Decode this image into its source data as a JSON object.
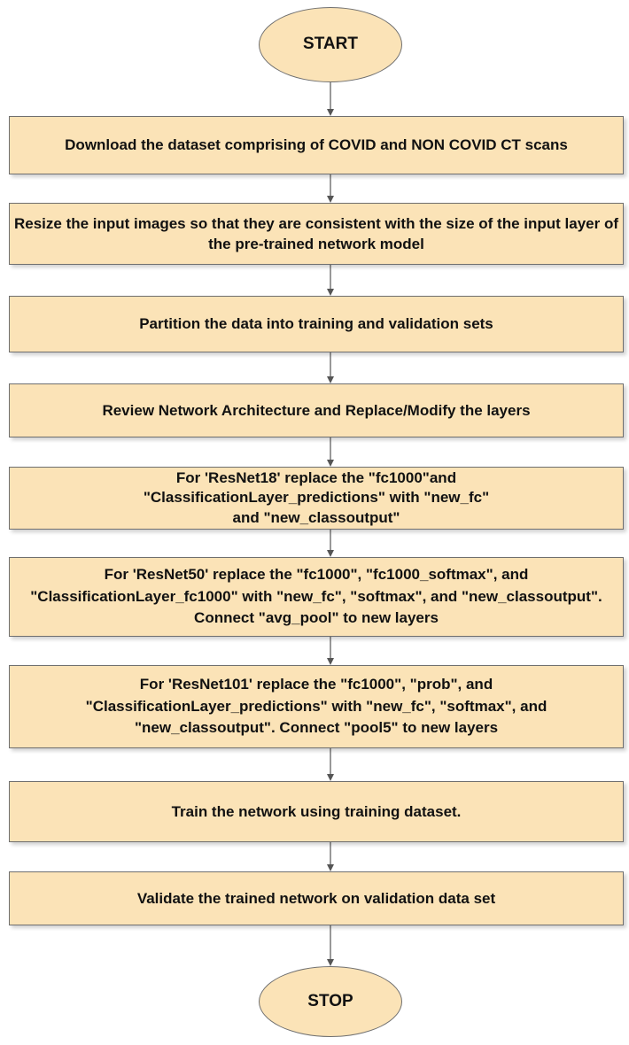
{
  "flowchart": {
    "start": "START",
    "steps": [
      "Download the dataset comprising of COVID and NON COVID CT scans",
      "Resize the input images so that they are consistent with the size of the input layer of the pre-trained network model",
      "Partition the data into training and validation sets",
      "Review Network Architecture and Replace/Modify the layers",
      "For 'ResNet18' replace the \"fc1000\"and \"ClassificationLayer_predictions\" with \"new_fc\" and \"new_classoutput\"",
      "For 'ResNet50' replace the \"fc1000\", \"fc1000_softmax\", and \"ClassificationLayer_fc1000\" with \"new_fc\", \"softmax\", and \"new_classoutput\". Connect \"avg_pool\" to new layers",
      "For 'ResNet101' replace the \"fc1000\", \"prob\", and \"ClassificationLayer_predictions\" with \"new_fc\", \"softmax\", and \"new_classoutput\". Connect \"pool5\" to new layers",
      "Train the network using training dataset.",
      "Validate the trained network on validation data set"
    ],
    "stop": "STOP"
  },
  "colors": {
    "fill": "#fbe3b7",
    "border": "#6f6f6f",
    "arrow": "#555555"
  }
}
